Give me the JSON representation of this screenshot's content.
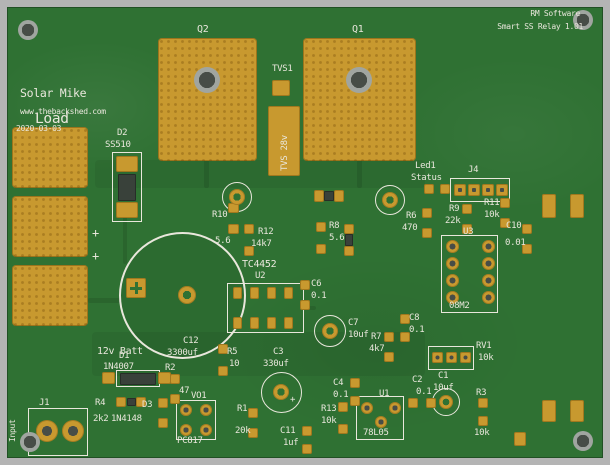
{
  "meta": {
    "maker": "RM Software",
    "product": "Smart SS Relay 1.01",
    "author": "Solar Mike",
    "website": "www.thebackshed.com",
    "date": "2020-03-03"
  },
  "board_labels": {
    "load": "Load",
    "input": "Input",
    "battery": "12v Batt",
    "tvs_rating": "TVS 28v",
    "plus": "+"
  },
  "components": {
    "q1": {
      "ref": "Q1"
    },
    "q2": {
      "ref": "Q2"
    },
    "tvs1": {
      "ref": "TVS1"
    },
    "d2": {
      "ref": "D2",
      "value": "SS510"
    },
    "r10": {
      "ref": "R10",
      "value": "5.6"
    },
    "r12": {
      "ref": "R12",
      "value": "14k7"
    },
    "r8": {
      "ref": "R8",
      "value": "5.6"
    },
    "u2": {
      "ref": "U2",
      "value": "TC4452"
    },
    "c6": {
      "ref": "C6",
      "value": "0.1"
    },
    "c7": {
      "ref": "C7",
      "value": "10uf"
    },
    "c12": {
      "ref": "C12",
      "value": "3300uf"
    },
    "r5": {
      "ref": "R5",
      "value": "10"
    },
    "c3": {
      "ref": "C3",
      "value": "330uf"
    },
    "d1": {
      "ref": "D1",
      "value": "1N4007"
    },
    "r2": {
      "ref": "R2",
      "value": "47"
    },
    "r4": {
      "ref": "R4",
      "value": "2k2"
    },
    "d3": {
      "ref": "D3",
      "value": "1N4148"
    },
    "vo1": {
      "ref": "VO1",
      "value": "PC817"
    },
    "j1": {
      "ref": "J1"
    },
    "r1": {
      "ref": "R1",
      "value": "20k"
    },
    "c11": {
      "ref": "C11",
      "value": "1uf"
    },
    "r13": {
      "ref": "R13",
      "value": "10k"
    },
    "u1": {
      "ref": "U1",
      "value": "78L05"
    },
    "c4": {
      "ref": "C4",
      "value": "0.1"
    },
    "c2": {
      "ref": "C2",
      "value": "0.1"
    },
    "c1": {
      "ref": "C1",
      "value": "10uf"
    },
    "r3": {
      "ref": "R3",
      "value": "10k"
    },
    "led1": {
      "ref": "Led1",
      "value": "Status"
    },
    "j4": {
      "ref": "J4"
    },
    "r6": {
      "ref": "R6",
      "value": "470"
    },
    "r9": {
      "ref": "R9",
      "value": "22k"
    },
    "r11": {
      "ref": "R11",
      "value": "10k"
    },
    "u3": {
      "ref": "U3",
      "value": "08M2"
    },
    "c10": {
      "ref": "C10",
      "value": "0.01"
    },
    "c8": {
      "ref": "C8",
      "value": "0.1"
    },
    "r7": {
      "ref": "R7",
      "value": "4k7"
    },
    "rv1": {
      "ref": "RV1",
      "value": "10k"
    }
  },
  "colors": {
    "board_green": "#2f7133",
    "board_edge": "#215024",
    "pad_gold": "#c8992f",
    "silkscreen": "#e9e7dc",
    "hole_ring": "#a0a5a0",
    "hole_dark": "#474d47",
    "frame_gray": "#b4b4b4"
  }
}
